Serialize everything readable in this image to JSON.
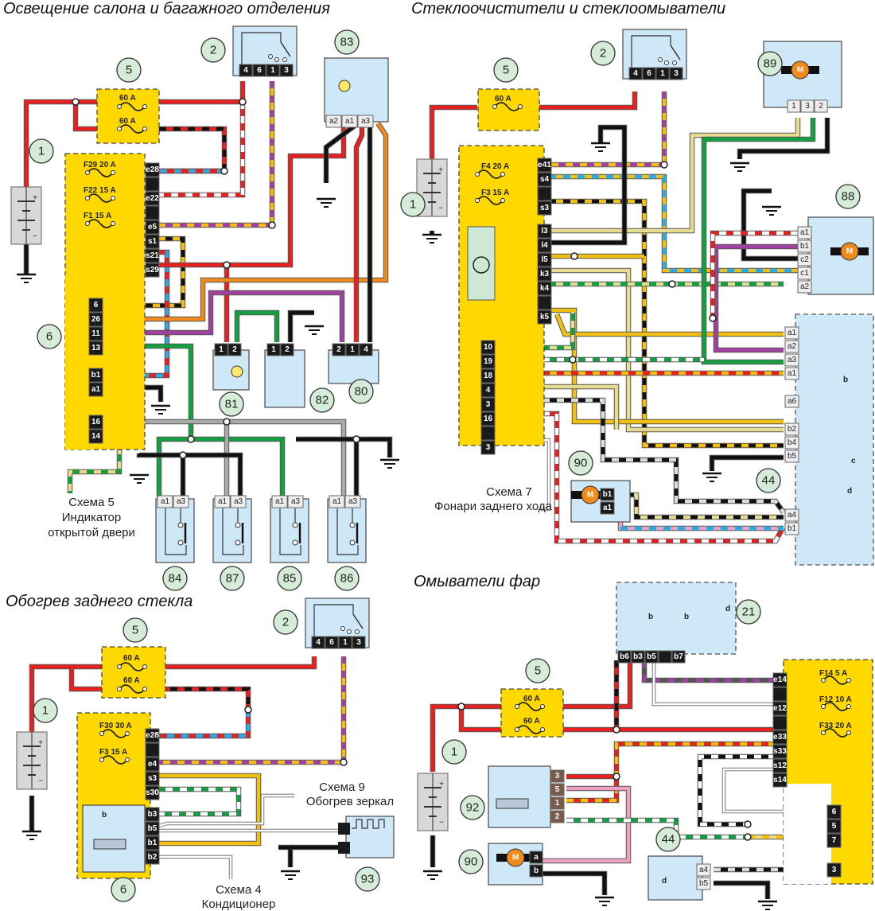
{
  "colors": {
    "component_fill": "#cfe8f7",
    "fuse_box_fill": "#ffd800",
    "label_circle_fill": "#d5ecd8",
    "battery_fill": "#d8d8d8",
    "motor_fill": "#f08a1c",
    "wire_red": "#e82020",
    "wire_black": "#111111",
    "wire_green": "#12a040",
    "wire_yellow": "#f2c010",
    "wire_orange": "#f08a1c",
    "wire_purple": "#a040a0",
    "wire_gray": "#aaaaaa",
    "wire_beige": "#e8dc90",
    "wire_pink": "#f0a0c0",
    "wire_blue": "#30a8e0"
  },
  "sections": [
    {
      "title": "Освещение салона и багажного отделения",
      "components": {
        "battery": {
          "label": "1"
        },
        "fuse_block": {
          "label": "5",
          "fuses": [
            "60 A",
            "60 A"
          ]
        },
        "ignition_switch": {
          "label": "2",
          "pins": [
            "4",
            "6",
            "1",
            "3"
          ]
        },
        "lamp_83": {
          "label": "83",
          "pins": [
            "a2",
            "a1",
            "a3"
          ]
        },
        "mount_block": {
          "label": "6",
          "fuses": [
            "F29 20 A",
            "F22 15 A",
            "F1 15 A"
          ],
          "upper_pins": [
            "e28",
            "",
            "e22",
            "",
            "e5",
            "s1",
            "s21",
            "s29"
          ],
          "lower_pins": [
            "6",
            "26",
            "11",
            "13",
            "",
            "b1",
            "a1",
            "",
            "16",
            "14"
          ]
        },
        "lamp_81": {
          "label": "81",
          "pins": [
            "1",
            "2"
          ]
        },
        "switch_82": {
          "label": "82",
          "pins": [
            "1",
            "2"
          ]
        },
        "unit_80": {
          "label": "80",
          "pins": [
            "2",
            "1",
            "4"
          ]
        },
        "door_switches": [
          {
            "label": "84",
            "pins": [
              "a1",
              "a3"
            ]
          },
          {
            "label": "87",
            "pins": [
              "a1",
              "a3"
            ]
          },
          {
            "label": "85",
            "pins": [
              "a1",
              "a3"
            ]
          },
          {
            "label": "86",
            "pins": [
              "a1",
              "a3"
            ]
          }
        ]
      },
      "note": [
        "Схема 5",
        "Индикатор",
        "открытой двери"
      ]
    },
    {
      "title": "Стеклоочистители и стеклоомыватели",
      "components": {
        "battery": {
          "label": "1"
        },
        "fuse_block": {
          "label": "5",
          "fuses": [
            "60 A"
          ]
        },
        "ignition_switch": {
          "label": "2",
          "pins": [
            "4",
            "6",
            "1",
            "3"
          ]
        },
        "rear_wiper_motor": {
          "label": "89",
          "motor": "M",
          "pins": [
            "1",
            "3",
            "2"
          ]
        },
        "front_wiper_motor": {
          "label": "88",
          "motor": "M",
          "pins": [
            "a1",
            "b1",
            "c2",
            "c1",
            "a2"
          ]
        },
        "mount_block": {
          "fuses": [
            "F4 20 A",
            "F3 15 A"
          ],
          "upper_pins": [
            "e41",
            "s4",
            "",
            "s3"
          ],
          "relay_pins": [
            "l3",
            "l4",
            "l5",
            "k3",
            "k4",
            "",
            "k5"
          ],
          "lower_pins": [
            "10",
            "19",
            "18",
            "4",
            "3",
            "16",
            "",
            "3"
          ]
        },
        "steering_switch": {
          "label": "44",
          "pins_a": [
            "a1",
            "a2",
            "a3",
            "a1",
            "a6"
          ],
          "pins_b": [
            "b2",
            "b4",
            "b5"
          ],
          "pins_c": [
            "a4",
            "b1"
          ],
          "contacts": [
            "b",
            "c",
            "d"
          ]
        },
        "washer_pump": {
          "label": "90",
          "motor": "M",
          "pins": [
            "b1",
            "a1"
          ]
        }
      },
      "note": [
        "Схема 7",
        "Фонари заднего хода"
      ]
    },
    {
      "title": "Обогрев заднего стекла",
      "components": {
        "battery": {
          "label": "1"
        },
        "fuse_block": {
          "label": "5",
          "fuses": [
            "60 A",
            "60 A"
          ]
        },
        "ignition_switch": {
          "label": "2",
          "pins": [
            "4",
            "6",
            "1",
            "3"
          ]
        },
        "mount_block": {
          "label": "6",
          "fuses": [
            "F30 30 A",
            "F3 15 A"
          ],
          "upper_pins": [
            "e28",
            "",
            "e4",
            "s3",
            "s30"
          ],
          "relay_pins": [
            "b3",
            "b5",
            "b1",
            "b2"
          ],
          "relay_contact": "b"
        },
        "heater": {
          "label": "93"
        }
      },
      "notes": [
        [
          "Схема 9",
          "Обогрев зеркал"
        ],
        [
          "Схема 4",
          "Кондиционер"
        ]
      ]
    },
    {
      "title": "Омыватели фар",
      "components": {
        "light_switch": {
          "label": "21",
          "pins": [
            "b6",
            "b3",
            "b5",
            "",
            "b7"
          ],
          "contacts": [
            "b",
            "b",
            "d"
          ]
        },
        "fuse_block": {
          "label": "5",
          "fuses": [
            "60 A",
            "60 A"
          ]
        },
        "mount_block": {
          "fuses": [
            "F14 5 A",
            "F12 10 A",
            "F33 20 A"
          ],
          "upper_pins": [
            "e14",
            "",
            "e12",
            "",
            "e33",
            "s33",
            "s12",
            "s14"
          ],
          "lower_pins": [
            "6",
            "5",
            "7",
            "3"
          ]
        },
        "battery": {
          "label": "1"
        },
        "relay": {
          "label": "92",
          "pins": [
            "3",
            "5",
            "1",
            "2"
          ]
        },
        "pump": {
          "label": "90",
          "motor": "M",
          "pins": [
            "a",
            "b"
          ]
        },
        "steering_switch": {
          "label": "44",
          "pins": [
            "a4",
            "b5"
          ],
          "contact": "d"
        }
      }
    }
  ]
}
